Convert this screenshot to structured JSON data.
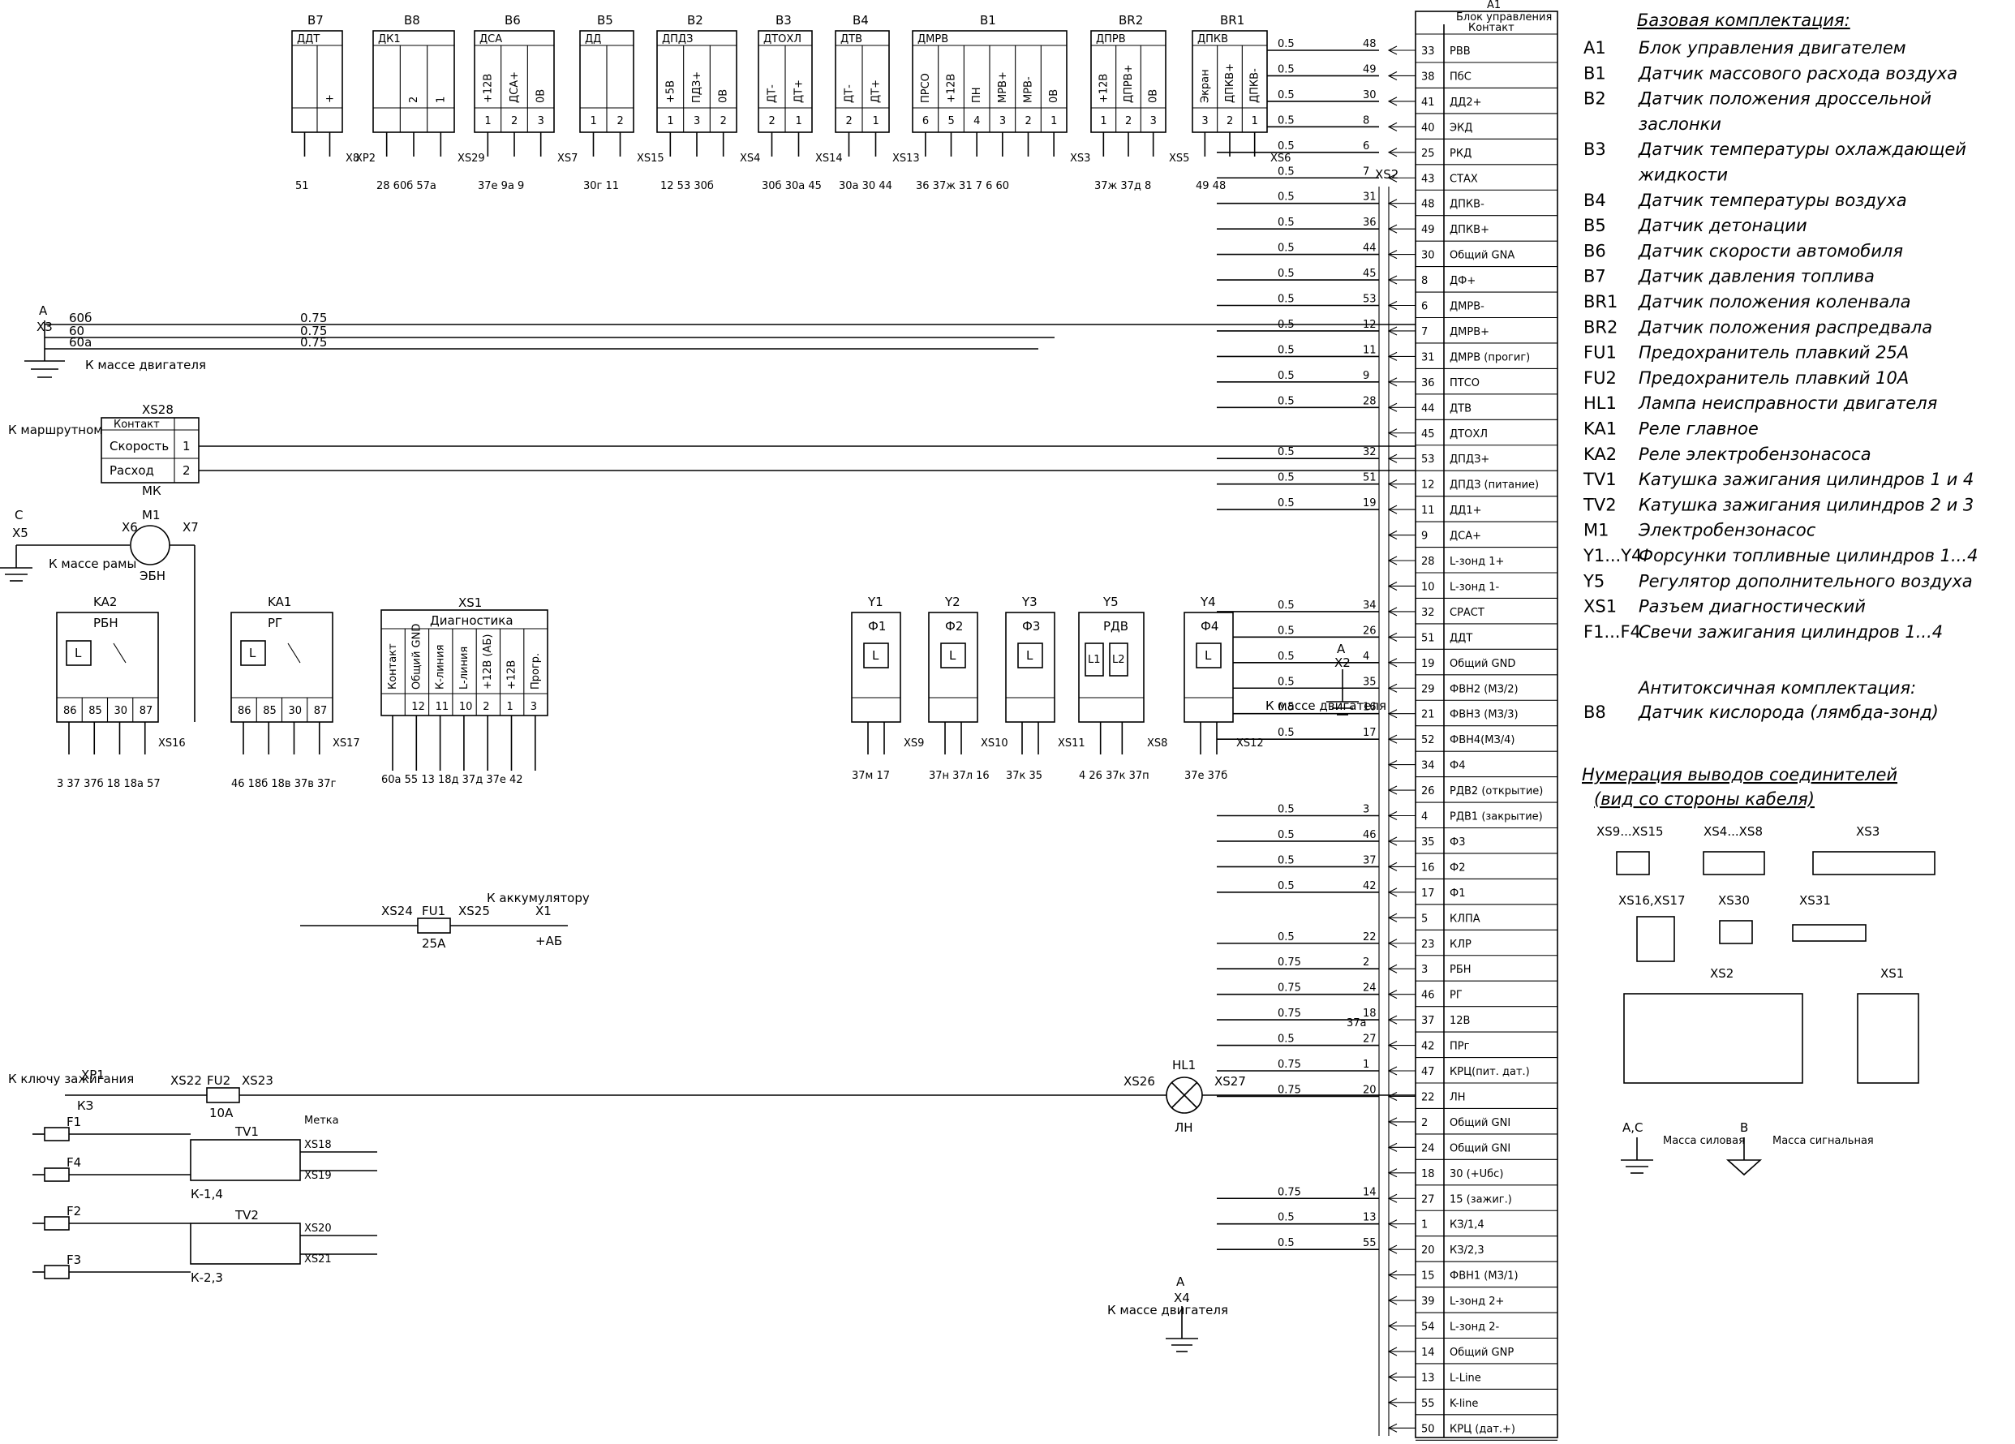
{
  "ecu": {
    "id": "A1",
    "title": "Блок управления",
    "contact_header": "Контакт",
    "pins": [
      {
        "n": "33",
        "name": "РВВ"
      },
      {
        "n": "38",
        "name": "ПбС"
      },
      {
        "n": "41",
        "name": "ДД2+"
      },
      {
        "n": "40",
        "name": "ЭКД"
      },
      {
        "n": "25",
        "name": "РКД"
      },
      {
        "n": "43",
        "name": "СТАХ"
      },
      {
        "n": "48",
        "name": "ДПКВ-"
      },
      {
        "n": "49",
        "name": "ДПКВ+"
      },
      {
        "n": "30",
        "name": "Общий GNA"
      },
      {
        "n": "8",
        "name": "ДФ+"
      },
      {
        "n": "6",
        "name": "ДМРВ-"
      },
      {
        "n": "7",
        "name": "ДМРВ+"
      },
      {
        "n": "31",
        "name": "ДМРВ (прогиг)"
      },
      {
        "n": "36",
        "name": "ПТСО"
      },
      {
        "n": "44",
        "name": "ДТВ"
      },
      {
        "n": "45",
        "name": "ДТОХЛ"
      },
      {
        "n": "53",
        "name": "ДПДЗ+"
      },
      {
        "n": "12",
        "name": "ДПДЗ (питание)"
      },
      {
        "n": "11",
        "name": "ДД1+"
      },
      {
        "n": "9",
        "name": "ДСА+"
      },
      {
        "n": "28",
        "name": "L-зонд 1+"
      },
      {
        "n": "10",
        "name": "L-зонд 1-"
      },
      {
        "n": "32",
        "name": "СРАСТ"
      },
      {
        "n": "51",
        "name": "ДДТ"
      },
      {
        "n": "19",
        "name": "Общий GND"
      },
      {
        "n": "29",
        "name": "ФВН2 (МЗ/2)"
      },
      {
        "n": "21",
        "name": "ФВН3 (МЗ/3)"
      },
      {
        "n": "52",
        "name": "ФВН4(МЗ/4)"
      },
      {
        "n": "34",
        "name": "Ф4"
      },
      {
        "n": "26",
        "name": "РДВ2 (открытие)"
      },
      {
        "n": "4",
        "name": "РДВ1 (закрытие)"
      },
      {
        "n": "35",
        "name": "Ф3"
      },
      {
        "n": "16",
        "name": "Ф2"
      },
      {
        "n": "17",
        "name": "Ф1"
      },
      {
        "n": "5",
        "name": "КЛПА"
      },
      {
        "n": "23",
        "name": "КЛР"
      },
      {
        "n": "3",
        "name": "РБН"
      },
      {
        "n": "46",
        "name": "РГ"
      },
      {
        "n": "37",
        "name": "12В"
      },
      {
        "n": "42",
        "name": "ПРг"
      },
      {
        "n": "47",
        "name": "КРЦ(пит. дат.)"
      },
      {
        "n": "22",
        "name": "ЛН"
      },
      {
        "n": "2",
        "name": "Общий GNI"
      },
      {
        "n": "24",
        "name": "Общий GNI"
      },
      {
        "n": "18",
        "name": "30 (+Uбс)"
      },
      {
        "n": "27",
        "name": "15 (зажиг.)"
      },
      {
        "n": "1",
        "name": "КЗ/1,4"
      },
      {
        "n": "20",
        "name": "КЗ/2,3"
      },
      {
        "n": "15",
        "name": "ФВН1 (МЗ/1)"
      },
      {
        "n": "39",
        "name": "L-зонд 2+"
      },
      {
        "n": "54",
        "name": "L-зонд 2-"
      },
      {
        "n": "14",
        "name": "Общий GNP"
      },
      {
        "n": "13",
        "name": "L-Line"
      },
      {
        "n": "55",
        "name": "K-line"
      },
      {
        "n": "50",
        "name": "КРЦ (дат.+)"
      }
    ],
    "wires": [
      {
        "n": "48",
        "l": "0.5"
      },
      {
        "n": "49",
        "l": "0.5"
      },
      {
        "n": "30",
        "l": "0.5"
      },
      {
        "n": "8",
        "l": "0.5"
      },
      {
        "n": "6",
        "l": "0.5"
      },
      {
        "n": "7",
        "l": "0.5"
      },
      {
        "n": "31",
        "l": "0.5"
      },
      {
        "n": "36",
        "l": "0.5"
      },
      {
        "n": "44",
        "l": "0.5"
      },
      {
        "n": "45",
        "l": "0.5"
      },
      {
        "n": "53",
        "l": "0.5"
      },
      {
        "n": "12",
        "l": "0.5"
      },
      {
        "n": "11",
        "l": "0.5"
      },
      {
        "n": "9",
        "l": "0.5"
      },
      {
        "n": "28",
        "l": "0.5"
      },
      {
        "n": "10",
        "l": ""
      },
      {
        "n": "32",
        "l": "0.5"
      },
      {
        "n": "51",
        "l": "0.5"
      },
      {
        "n": "19",
        "l": "0.5"
      },
      {
        "n": "29",
        "l": ""
      },
      {
        "n": "21",
        "l": ""
      },
      {
        "n": "52",
        "l": ""
      },
      {
        "n": "34",
        "l": "0.5"
      },
      {
        "n": "26",
        "l": "0.5"
      },
      {
        "n": "4",
        "l": "0.5"
      },
      {
        "n": "35",
        "l": "0.5"
      },
      {
        "n": "16",
        "l": "0.5"
      },
      {
        "n": "17",
        "l": "0.5"
      },
      {
        "n": "5",
        "l": ""
      },
      {
        "n": "23",
        "l": ""
      },
      {
        "n": "3",
        "l": "0.5"
      },
      {
        "n": "46",
        "l": "0.5"
      },
      {
        "n": "37",
        "l": "0.5"
      },
      {
        "n": "42",
        "l": "0.5"
      },
      {
        "n": "47",
        "l": ""
      },
      {
        "n": "22",
        "l": "0.5"
      },
      {
        "n": "2",
        "l": "0.75"
      },
      {
        "n": "24",
        "l": "0.75"
      },
      {
        "n": "18",
        "l": "0.75"
      },
      {
        "n": "27",
        "l": "0.5"
      },
      {
        "n": "1",
        "l": "0.75"
      },
      {
        "n": "20",
        "l": "0.75"
      },
      {
        "n": "15",
        "l": ""
      },
      {
        "n": "39",
        "l": ""
      },
      {
        "n": "54",
        "l": ""
      },
      {
        "n": "14",
        "l": "0.75"
      },
      {
        "n": "13",
        "l": "0.5"
      },
      {
        "n": "55",
        "l": "0.5"
      },
      {
        "n": "50",
        "l": ""
      }
    ],
    "xs2": "XS2",
    "xs2_extra": "37а"
  },
  "sensors": [
    {
      "id": "B7",
      "name": "ДДТ",
      "pins": [
        "",
        "+"
      ],
      "conn": "X8",
      "wire": "51"
    },
    {
      "id": "B8",
      "name": "ДК1",
      "pins": [
        "",
        "2",
        "1"
      ],
      "conn": "XS29",
      "wire": "28 60б 57а",
      "plug": "XP2"
    },
    {
      "id": "B6",
      "name": "ДСА",
      "pins": [
        "+12В",
        "ДСА+",
        "0В"
      ],
      "nums": [
        "1",
        "2",
        "3"
      ],
      "conn": "XS7",
      "wire": "37е 9а 9"
    },
    {
      "id": "B5",
      "name": "ДД",
      "pins": [
        "",
        ""
      ],
      "nums": [
        "1",
        "2"
      ],
      "conn": "XS15",
      "wire": "30г 11"
    },
    {
      "id": "B2",
      "name": "ДПДЗ",
      "pins": [
        "+5В",
        "ПДЗ+",
        "0В"
      ],
      "nums": [
        "1",
        "3",
        "2"
      ],
      "conn": "XS4",
      "wire": "12 53 30б"
    },
    {
      "id": "B3",
      "name": "ДТОХЛ",
      "pins": [
        "ДТ-",
        "ДТ+"
      ],
      "nums": [
        "2",
        "1"
      ],
      "conn": "XS14",
      "wire": "30б 30а 45"
    },
    {
      "id": "B4",
      "name": "ДТВ",
      "pins": [
        "ДТ-",
        "ДТ+"
      ],
      "nums": [
        "2",
        "1"
      ],
      "conn": "XS13",
      "wire": "30а 30 44"
    },
    {
      "id": "B1",
      "name": "ДМРВ",
      "pins": [
        "ПРСО",
        "+12В",
        "ПН",
        "МРВ+",
        "МРВ-",
        "0В"
      ],
      "nums": [
        "6",
        "5",
        "4",
        "3",
        "2",
        "1"
      ],
      "conn": "XS3",
      "wire": "36 37ж 31 7 6 60"
    },
    {
      "id": "BR2",
      "name": "ДПРВ",
      "pins": [
        "+12В",
        "ДПРВ+",
        "0В"
      ],
      "nums": [
        "1",
        "2",
        "3"
      ],
      "conn": "XS5",
      "wire": "37ж 37д 8"
    },
    {
      "id": "BR1",
      "name": "ДПКВ",
      "pins": [
        "Экран",
        "ДПКВ+",
        "ДПКВ-"
      ],
      "nums": [
        "3",
        "2",
        "1"
      ],
      "conn": "XS6",
      "wire": "49 48"
    }
  ],
  "injectors": [
    {
      "id": "Y1",
      "name": "Ф1",
      "conn": "XS9",
      "wire": "37м 17"
    },
    {
      "id": "Y2",
      "name": "Ф2",
      "conn": "XS10",
      "wire": "37н 37л 16"
    },
    {
      "id": "Y3",
      "name": "Ф3",
      "conn": "XS11",
      "wire": "37к 35"
    },
    {
      "id": "Y5",
      "name": "РДВ",
      "conn": "XS8",
      "wire": "4 26 37к 37п",
      "coils": [
        "L1",
        "L2"
      ]
    },
    {
      "id": "Y4",
      "name": "Ф4",
      "conn": "XS12",
      "wire": "37е 37б"
    }
  ],
  "relays": [
    {
      "id": "KA2",
      "name": "РБН",
      "pins": [
        "86",
        "85",
        "30",
        "87"
      ],
      "conn": "XS16",
      "wire": "3 37 37б 18 18а 57"
    },
    {
      "id": "KA1",
      "name": "РГ",
      "pins": [
        "86",
        "85",
        "30",
        "87"
      ],
      "conn": "XS17",
      "wire": "46 18б 18в 37в 37г"
    }
  ],
  "diag": {
    "id": "XS1",
    "name": "Диагностика",
    "cols": [
      "Контакт",
      "Общий GND",
      "К-линия",
      "L-линия",
      "+12В (АБ)",
      "+12В",
      "Прогр."
    ],
    "nums": [
      "12",
      "11",
      "10",
      "2",
      "1",
      "3"
    ],
    "wire": "60а 55 13 18д 37д 37е 42"
  },
  "xs28": {
    "id": "XS28",
    "label": "МК",
    "header": "Контакт",
    "rows": [
      {
        "name": "Скорость",
        "n": "1"
      },
      {
        "name": "Расход",
        "n": "2"
      }
    ]
  },
  "notes": {
    "ground_engine": "К массе двигателя",
    "ground_frame": "К массе рамы",
    "route_pc": "К маршрутному компьютеру",
    "battery": "К аккумулятору",
    "ignition_key": "К ключу зажигания",
    "x3": "X3",
    "x5": "X5",
    "x6": "X6",
    "x7": "X7",
    "x1": "X1",
    "x2": "X2",
    "x4": "X4",
    "pump": "ЭБН",
    "m1": "M1",
    "fu1": "FU1",
    "fu1_val": "25А",
    "fu2": "FU2",
    "fu2_val": "10А",
    "hl1": "HL1",
    "ln": "ЛН",
    "xs26": "XS26",
    "xs27": "XS27",
    "xs24": "XS24",
    "xs25": "XS25",
    "xs22": "XS22",
    "xs23": "XS23",
    "xp1": "XP1",
    "k3": "КЗ",
    "plus_ab": "+АБ",
    "mark": "Метка",
    "tv1": "TV1",
    "tv2": "TV2",
    "k14": "К-1,4",
    "k23": "К-2,3",
    "xs18": "XS18",
    "xs19": "XS19",
    "xs20": "XS20",
    "xs21": "XS21",
    "spark": [
      "F1",
      "F4",
      "F2",
      "F3"
    ]
  },
  "legend": {
    "title": "Базовая комплектация:",
    "items": [
      {
        "code": "A1",
        "desc": "Блок управления двигателем"
      },
      {
        "code": "B1",
        "desc": "Датчик массового расхода воздуха"
      },
      {
        "code": "B2",
        "desc": "Датчик положения дроссельной"
      },
      {
        "code": "",
        "desc": "заслонки"
      },
      {
        "code": "B3",
        "desc": "Датчик температуры охлаждающей"
      },
      {
        "code": "",
        "desc": "жидкости"
      },
      {
        "code": "B4",
        "desc": "Датчик температуры воздуха"
      },
      {
        "code": "B5",
        "desc": "Датчик детонации"
      },
      {
        "code": "B6",
        "desc": "Датчик скорости автомобиля"
      },
      {
        "code": "B7",
        "desc": "Датчик давления топлива"
      },
      {
        "code": "BR1",
        "desc": "Датчик положения коленвала"
      },
      {
        "code": "BR2",
        "desc": "Датчик положения распредвала"
      },
      {
        "code": "FU1",
        "desc": "Предохранитель плавкий 25А"
      },
      {
        "code": "FU2",
        "desc": "Предохранитель плавкий 10А"
      },
      {
        "code": "HL1",
        "desc": "Лампа неисправности двигателя"
      },
      {
        "code": "KA1",
        "desc": "Реле главное"
      },
      {
        "code": "KA2",
        "desc": "Реле электробензонасоса"
      },
      {
        "code": "TV1",
        "desc": "Катушка зажигания цилиндров 1 и 4"
      },
      {
        "code": "TV2",
        "desc": "Катушка зажигания цилиндров 2 и 3"
      },
      {
        "code": "M1",
        "desc": "Электробензонасос"
      },
      {
        "code": "Y1...Y4",
        "desc": "Форсунки топливные цилиндров 1...4"
      },
      {
        "code": "Y5",
        "desc": "Регулятор дополнительного воздуха"
      },
      {
        "code": "XS1",
        "desc": "Разъем диагностический"
      },
      {
        "code": "F1...F4",
        "desc": "Свечи зажигания цилиндров 1...4"
      }
    ],
    "anti_title": "Антитоксичная комплектация:",
    "anti_items": [
      {
        "code": "B8",
        "desc": "Датчик кислорода (лямбда-зонд)"
      }
    ],
    "numbering_title": "Нумерация выводов соединителей",
    "numbering_sub": "(вид со стороны кабеля)",
    "connectors": {
      "xs9": "XS9...XS15",
      "xs4": "XS4...XS8",
      "xs3": "XS3",
      "xs16": "XS16,XS17",
      "xs30": "XS30",
      "xs31": "XS31",
      "xs2": "XS2",
      "xs1": "XS1"
    },
    "ground_ac": "А,С",
    "ground_b": "В",
    "ground_power": "Масса силовая",
    "ground_signal": "Масса сигнальная"
  }
}
